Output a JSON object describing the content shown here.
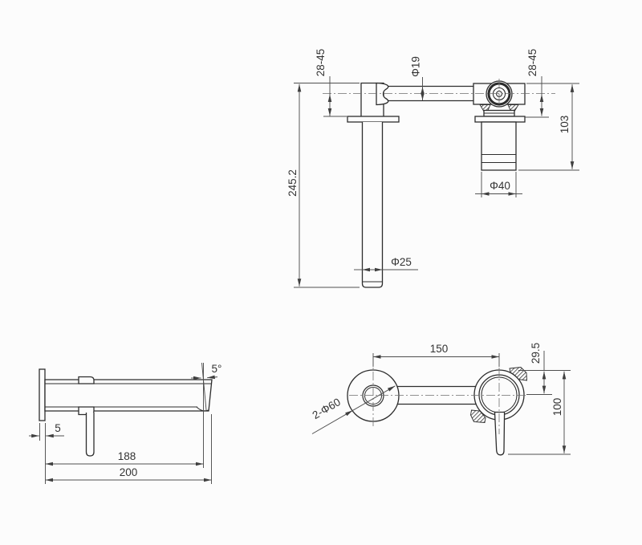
{
  "drawing": {
    "type": "technical-installation-drawing",
    "colors": {
      "background": "#fcfcfc",
      "part_line": "#2d2d2d",
      "dimension_line": "#4f4f4f",
      "text": "#333333",
      "centerline": "#6e6e6e"
    },
    "views": {
      "plan": {
        "dimensions": {
          "left_wall_depth": "28-45",
          "tube_diameter": "Φ19",
          "right_wall_depth": "28-45",
          "valve_body_height": "103",
          "spout_drop_length": "245.2",
          "cartridge_diameter": "Φ40",
          "drop_tube_diameter": "Φ25"
        }
      },
      "side": {
        "dimensions": {
          "plate_thickness": "5",
          "spout_reach": "188",
          "overall_length": "200",
          "tip_angle": "5°"
        }
      },
      "front": {
        "dimensions": {
          "center_spacing": "150",
          "top_offset": "29.5",
          "handle_drop": "100",
          "escutcheon_diameters": "2-Φ60"
        }
      }
    }
  }
}
